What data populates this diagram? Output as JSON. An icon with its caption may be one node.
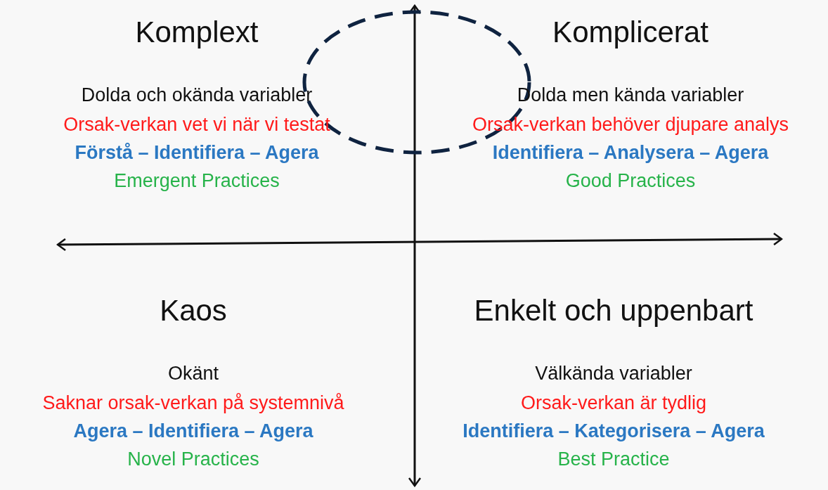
{
  "diagram": {
    "nodes": [
      {
        "text": [],
        "shape": "ellipse"
      }
    ],
    "labels": [
      "Komplext",
      "Dolda och okända variabler",
      "Orsak-verkan vet vi när vi testat",
      "Förstå – Identifiera – Agera",
      "Emergent Practices",
      "Komplicerat",
      "Dolda men kända variabler",
      "Orsak-verkan behöver djupare analys",
      "Identifiera – Analysera – Agera",
      "Good Practices",
      "Kaos",
      "Okänt",
      "Saknar orsak-verkan på systemnivå",
      "Agera – Identifiera – Agera",
      "Novel Practices",
      "Enkelt och uppenbart",
      "Välkända variabler",
      "Orsak-verkan är tydlig",
      "Identifiera – Kategorisera – Agera",
      "Best Practice"
    ]
  }
}
